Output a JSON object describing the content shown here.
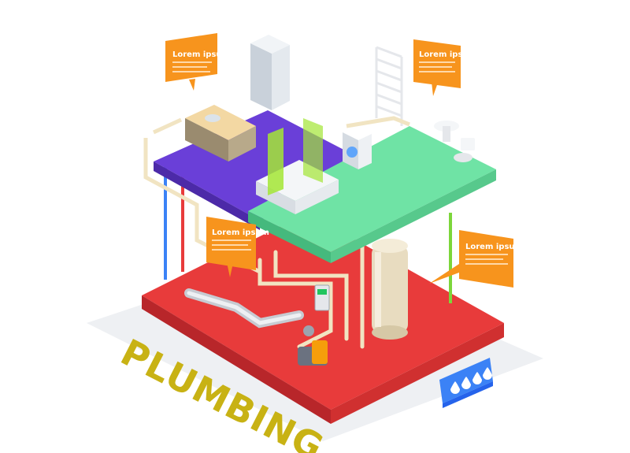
{
  "diagram": {
    "title": "PLUMBING",
    "callouts": [
      {
        "id": "kitchen",
        "title": "Lorem ipsum"
      },
      {
        "id": "bathroom",
        "title": "Lorem ipsum"
      },
      {
        "id": "basement",
        "title": "Lorem ipsum"
      },
      {
        "id": "boiler",
        "title": "Lorem ipsum"
      }
    ],
    "badge_icon": "water-drops-icon",
    "colors": {
      "purple_floor": "#6a3fd8",
      "green_floor": "#6fe3a5",
      "red_floor": "#e83b3b",
      "callout_orange": "#f7941d",
      "title_yellow": "#c8b214",
      "badge_blue": "#3b82f6",
      "pipe_cream": "#f1e4c2"
    }
  }
}
